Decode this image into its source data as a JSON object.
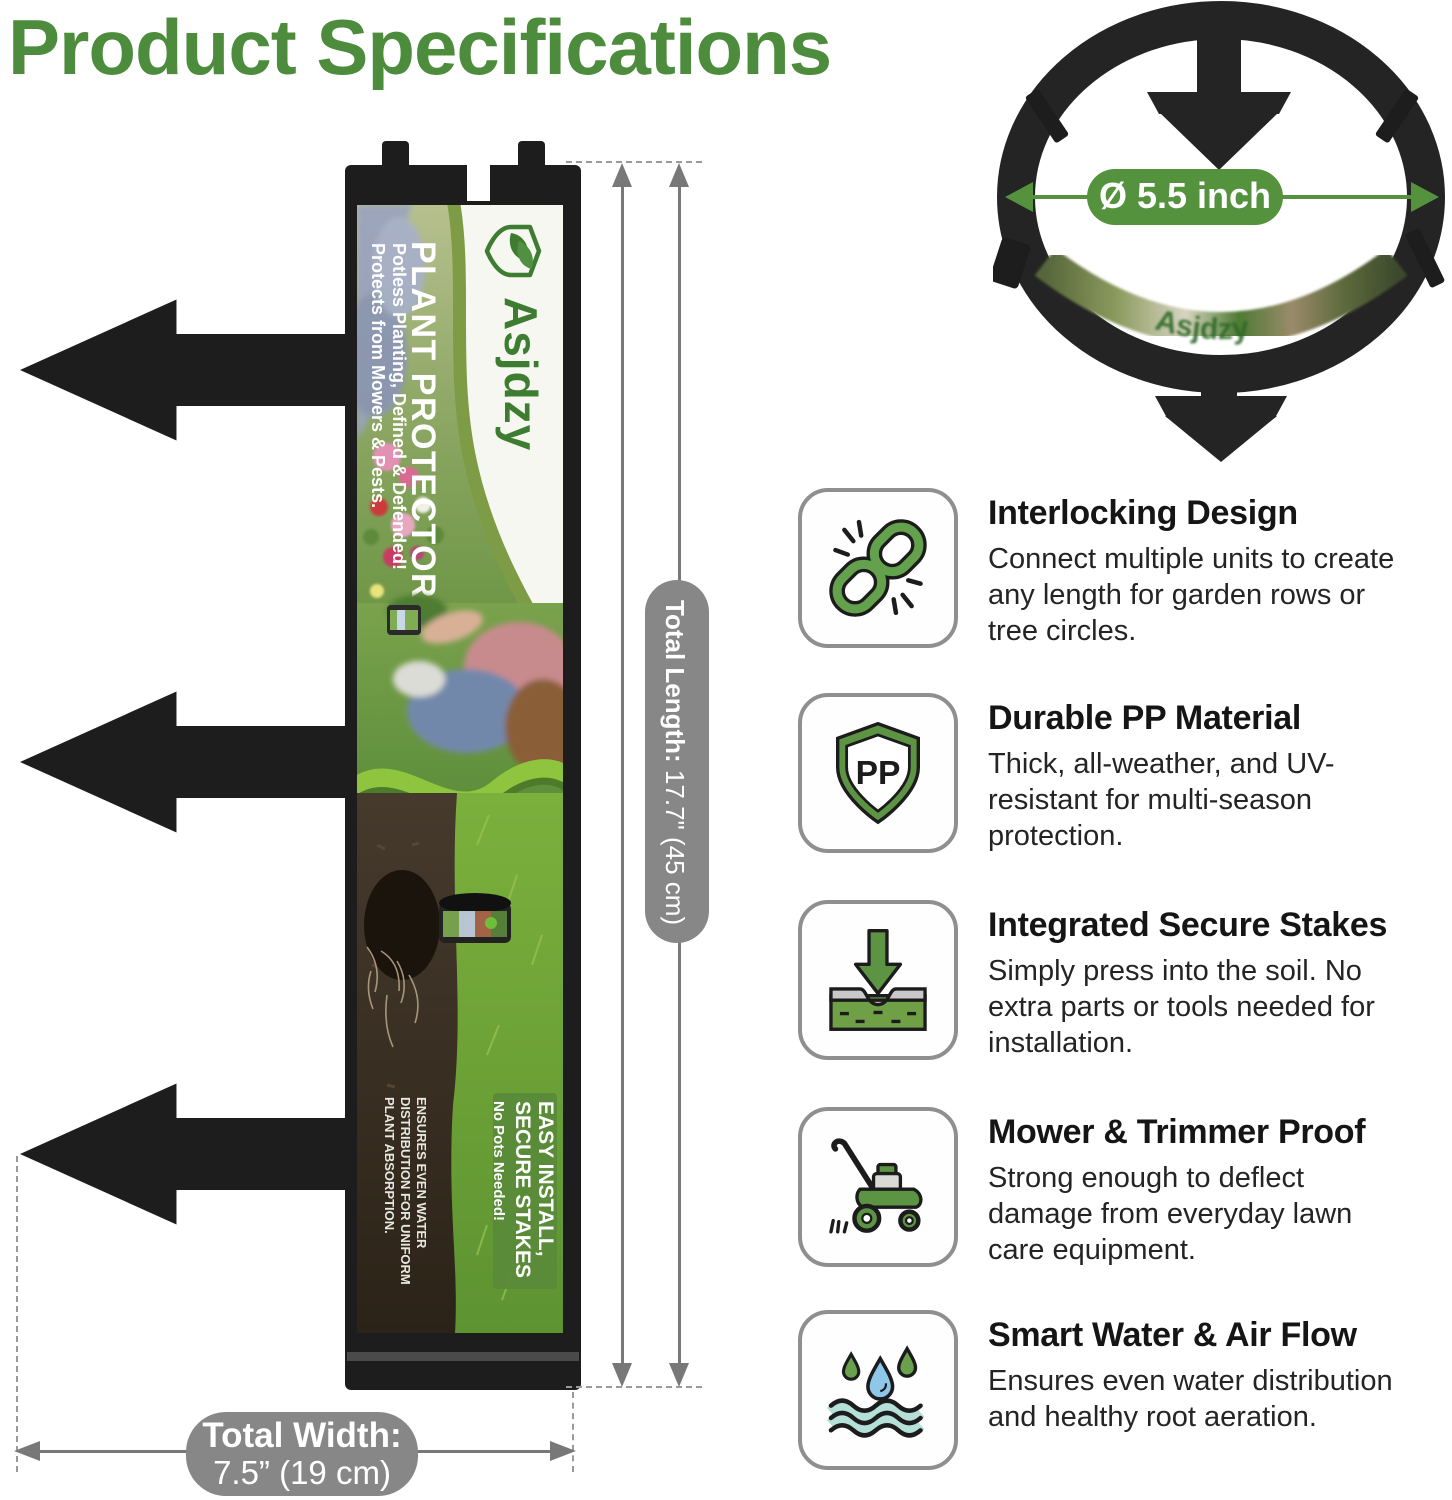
{
  "title": "Product Specifications",
  "colors": {
    "accent_green": "#4c8c3c",
    "diameter_pill_green": "#55923e",
    "dimension_gray": "#787878",
    "pill_gray": "#878787",
    "product_black": "#1d1d1d"
  },
  "ring": {
    "diameter_label": "Ø 5.5 inch",
    "brand": "Asjdzy"
  },
  "dims": {
    "length_bold": "Total Length:",
    "length_rest": " 17.7\" (45 cm)",
    "width_line1": "Total Width:",
    "width_line2": "7.5” (19 cm)"
  },
  "label": {
    "brand": "Asjdzy",
    "headline": "PLANT PROTECTOR:",
    "sub1": "Potless Planting, Defined & Defended!",
    "sub2": "Protects from Mowers & Pests.",
    "panel1": "EASY INSTALL,",
    "panel2": "SECURE STAKES",
    "panel3": "No Pots Needed!",
    "soil1": "ENSURES EVEN WATER",
    "soil2": "DISTRIBUTION FOR UNIFORM",
    "soil3": "PLANT ABSORPTION."
  },
  "features": [
    {
      "icon": "chain-link-icon",
      "title": "Interlocking Design",
      "body": "Connect multiple units to create any length for garden rows or tree circles."
    },
    {
      "icon": "pp-shield-icon",
      "title": "Durable PP Material",
      "body": "Thick, all-weather, and UV-resistant for multi-season protection."
    },
    {
      "icon": "stake-into-soil-icon",
      "title": "Integrated Secure Stakes",
      "body": "Simply press into the soil. No extra parts or tools needed for installation."
    },
    {
      "icon": "lawn-mower-icon",
      "title": "Mower & Trimmer Proof",
      "body": "Strong enough to deflect damage from everyday lawn care equipment."
    },
    {
      "icon": "water-drops-waves-icon",
      "title": "Smart Water & Air Flow",
      "body": "Ensures even water distribution and healthy root aeration."
    }
  ]
}
